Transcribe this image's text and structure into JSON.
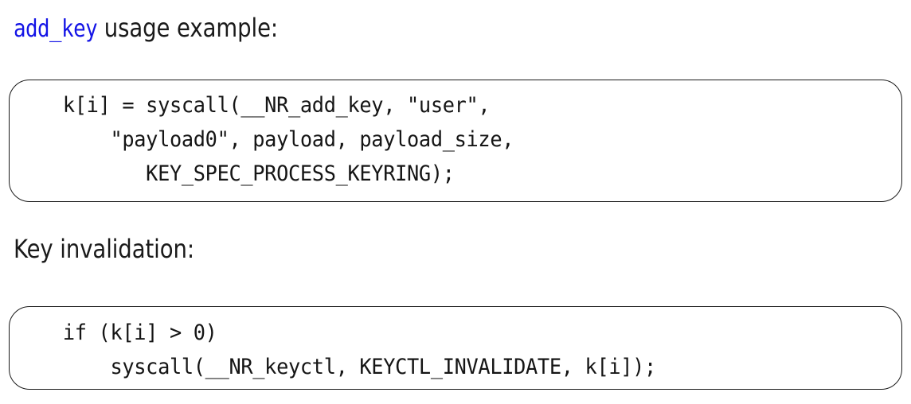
{
  "slide": {
    "background_color": "#ffffff",
    "text_color": "#1a1a1a",
    "accent_color": "#1414e6",
    "border_color": "#1a1a1a"
  },
  "intro": {
    "code_term": "add_key",
    "rest": " usage example:"
  },
  "section": {
    "invalidation_label": "Key invalidation:"
  },
  "code_block_1": {
    "lines": [
      "k[i] = syscall(__NR_add_key, \"user\",",
      "    \"payload0\", payload, payload_size,",
      "       KEY_SPEC_PROCESS_KEYRING);"
    ],
    "line_1": "k[i] = syscall(__NR_add_key, \"user\",",
    "line_2": "    \"payload0\", payload, payload_size,",
    "line_3": "       KEY_SPEC_PROCESS_KEYRING);"
  },
  "code_block_2": {
    "lines": [
      "if (k[i] > 0)",
      "    syscall(__NR_keyctl, KEYCTL_INVALIDATE, k[i]);"
    ],
    "line_1": "if (k[i] > 0)",
    "line_2": "    syscall(__NR_keyctl, KEYCTL_INVALIDATE, k[i]);"
  }
}
